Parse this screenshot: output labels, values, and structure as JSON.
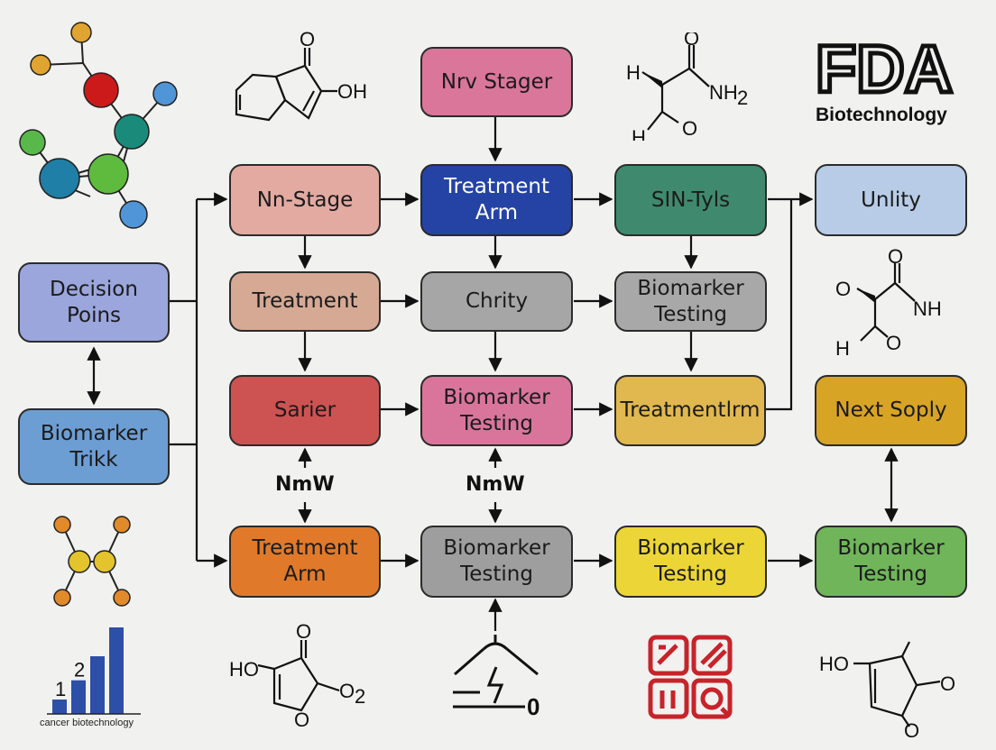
{
  "nodes": [
    {
      "id": "nrv-stager",
      "label": "Nrv Stager",
      "color": "#d9769a"
    },
    {
      "id": "nn-stage",
      "label": "Nn-Stage",
      "color": "#e3aaa2"
    },
    {
      "id": "treatment-arm-top",
      "label": "Treatment\nArm",
      "color": "#2443a4"
    },
    {
      "id": "sin-tyls",
      "label": "SIN-Tyls",
      "color": "#3f8a6f"
    },
    {
      "id": "unlity",
      "label": "Unlity",
      "color": "#b8cce8"
    },
    {
      "id": "decision-poins",
      "label": "Decision\nPoins",
      "color": "#9aa6dc"
    },
    {
      "id": "treatment",
      "label": "Treatment",
      "color": "#d6a995"
    },
    {
      "id": "chrity",
      "label": "Chrity",
      "color": "#a6a6a6"
    },
    {
      "id": "biomarker-testing-r2",
      "label": "Biomarker\nTesting",
      "color": "#a8a8a8"
    },
    {
      "id": "biomarker-trikk",
      "label": "Biomarker\nTrikk",
      "color": "#6c9ed3"
    },
    {
      "id": "sarier",
      "label": "Sarier",
      "color": "#cd5352"
    },
    {
      "id": "biomarker-testing-r3",
      "label": "Biomarker\nTesting",
      "color": "#d9759b"
    },
    {
      "id": "treatmentlrm",
      "label": "Treatmentlrm",
      "color": "#e0b84f"
    },
    {
      "id": "next-soply",
      "label": "Next Soply",
      "color": "#d8a426"
    },
    {
      "id": "treatment-arm-bottom",
      "label": "Treatment\nArm",
      "color": "#e07a2a"
    },
    {
      "id": "biomarker-testing-r4a",
      "label": "Biomarker\nTesting",
      "color": "#9e9e9e"
    },
    {
      "id": "biomarker-testing-r4b",
      "label": "Biomarker\nTesting",
      "color": "#ecd637"
    },
    {
      "id": "biomarker-testing-r4c",
      "label": "Biomarker\nTesting",
      "color": "#70b55a"
    }
  ],
  "edge_labels": [
    "NmW",
    "NmW"
  ],
  "logo": {
    "mark": "FDA",
    "subtitle": "Biotechnology"
  },
  "chem_labels": {
    "oh": "OH",
    "h": "H",
    "o": "O",
    "nh2": "NH",
    "nh2_sub": "2",
    "nh": "NH",
    "ho": "HO",
    "o2": "O",
    "o2_sub": "2",
    "zero": "0"
  },
  "bar_chart": {
    "values": [
      1,
      2,
      3,
      4
    ],
    "labels": [
      "1",
      "2"
    ],
    "color": "#2e4fa8",
    "caption": "cancer biotechnology"
  }
}
